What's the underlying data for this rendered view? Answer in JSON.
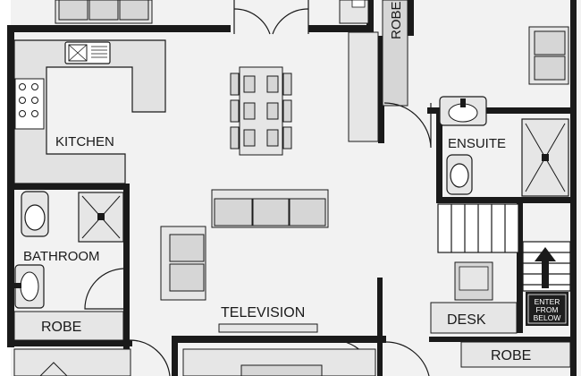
{
  "plan": {
    "rooms": {
      "kitchen": "KITCHEN",
      "ensuite": "ENSUITE",
      "bathroom": "BATHROOM",
      "robe_bathroom": "ROBE",
      "robe_top": "ROBE",
      "desk": "DESK",
      "robe_bottom_right": "ROBE",
      "television": "TELEVISION"
    },
    "entry": {
      "line1": "ENTER",
      "line2": "FROM",
      "line3": "BELOW"
    }
  },
  "colors": {
    "wall": "#1a1a1a",
    "floor": "#f2f2f2",
    "bench": "#e2e2e2",
    "furniture": "#d6d6d6",
    "entry_box": "#1e1e1e"
  }
}
